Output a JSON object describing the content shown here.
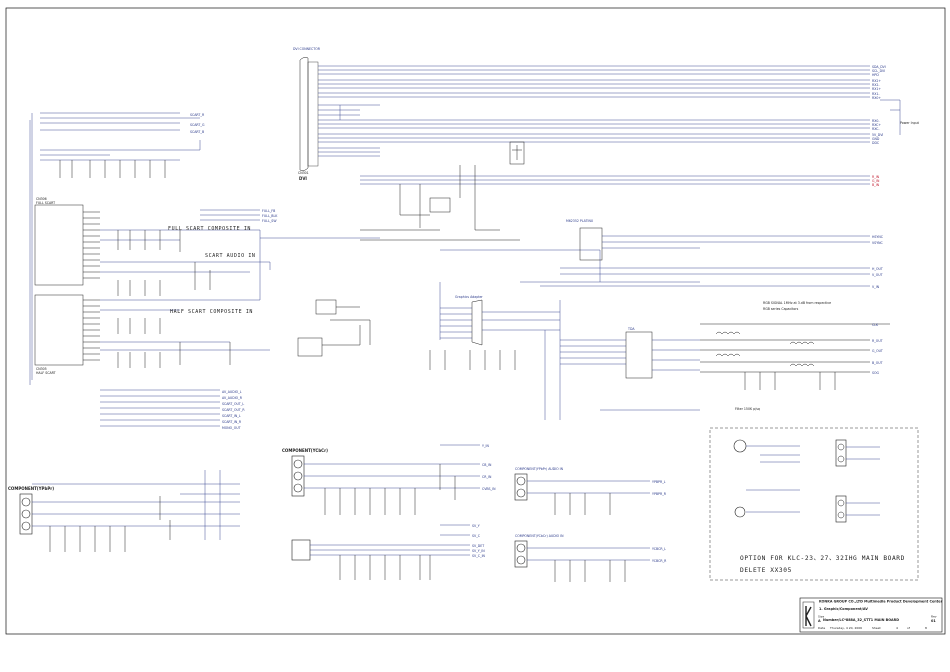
{
  "sheet": {
    "dvi_connector_title": "DVI CONNECTOR",
    "dvi_ref": "CN301",
    "dvi_name": "DVI",
    "scart_full_ref": "CN306",
    "scart_full_name": "FULL SCART",
    "scart_half_ref": "CN305",
    "scart_half_name": "HALF SCART",
    "full_scart_composite_in": "FULL SCART COMPOSITE IN",
    "scart_audio_in": "SCART AUDIO IN",
    "half_scart_composite_in": "HALF SCART COMPOSITE IN",
    "graphics_ic_title": "Graphics Adapter",
    "rgb_note_line1": "RGB SIGNAL 1MHz at 3.dB from respective",
    "rgb_note_line2": "RGB series Capacitors",
    "filter_note": "Filter 150K p/sq",
    "component_yuv_right": "COMPONENT(YCbCr)",
    "component_ypbpr_left": "COMPONENT(YPbPr)",
    "av_audio_block": "COMPONENT(YPbPr) AUDIO IN",
    "sv_audio_block": "COMPONENT(YCbCr) AUDIO IN",
    "power_label": "Power Input",
    "option_line1": "OPTION FOR KLC-23、27、32IHG MAIN BOARD",
    "option_line2": "DELETE XX305"
  },
  "title_block": {
    "company": "KONKA GROUP CO.,LTD Multimedia Product Development Center",
    "title": "1. Graphic/Component/AV",
    "size_label": "Size",
    "size_value": "A",
    "doc_number": "Number/LC*888A_32_STT1 MAIN BOARD",
    "rev_label": "Rev",
    "rev_value": "01",
    "date_label": "Date",
    "date_value": "Thursday, 4 20, 2006",
    "sheet_label": "Sheet",
    "sheet_value": "4",
    "of_label": "of",
    "of_value": "8"
  },
  "icon": "konka-logo-icon"
}
